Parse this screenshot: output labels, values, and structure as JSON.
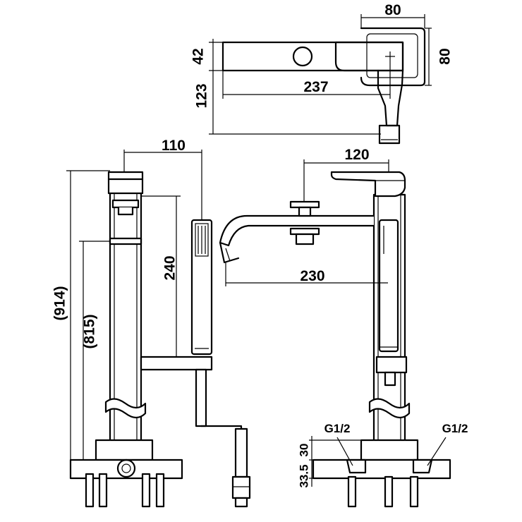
{
  "dimensions": {
    "top_width": "80",
    "top_height_right": "80",
    "top_42": "42",
    "top_123": "123",
    "top_237": "237",
    "side_110": "110",
    "side_240": "240",
    "side_914": "(914)",
    "side_815": "(815)",
    "front_120": "120",
    "front_230": "230",
    "thread_left": "G1/2",
    "thread_right": "G1/2",
    "front_30": "30",
    "front_33_5": "33.5"
  }
}
